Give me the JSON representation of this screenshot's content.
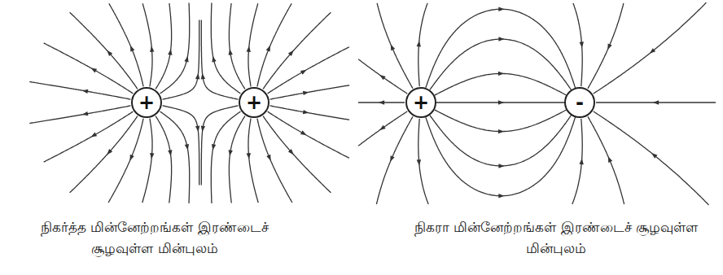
{
  "diagram": {
    "nodes": [
      {
        "text": [
          "+"
        ]
      },
      {
        "text": [
          "+"
        ]
      },
      {
        "text": [
          "+"
        ]
      },
      {
        "text": [
          "-"
        ]
      }
    ],
    "edges": [
      {
        "from": 2,
        "to": 3,
        "arrow": "to"
      },
      {
        "from": 2,
        "to": 3,
        "arrow": "to"
      },
      {
        "from": 2,
        "to": 3,
        "arrow": "to"
      },
      {
        "from": 2,
        "to": 3,
        "arrow": "to"
      },
      {
        "from": 2,
        "to": 3,
        "arrow": "to"
      },
      {
        "from": 2,
        "to": 3,
        "arrow": "to"
      },
      {
        "from": 2,
        "to": 3,
        "arrow": "to"
      }
    ],
    "labels": [
      "நிகர்த்த மின்னேற்றங்கள் இரண்டைச் சூழவுள்ள மின்புலம்",
      "நிகரா மின்னேற்றங்கள் இரண்டைச் சூழவுள்ள மின்புலம்"
    ]
  }
}
